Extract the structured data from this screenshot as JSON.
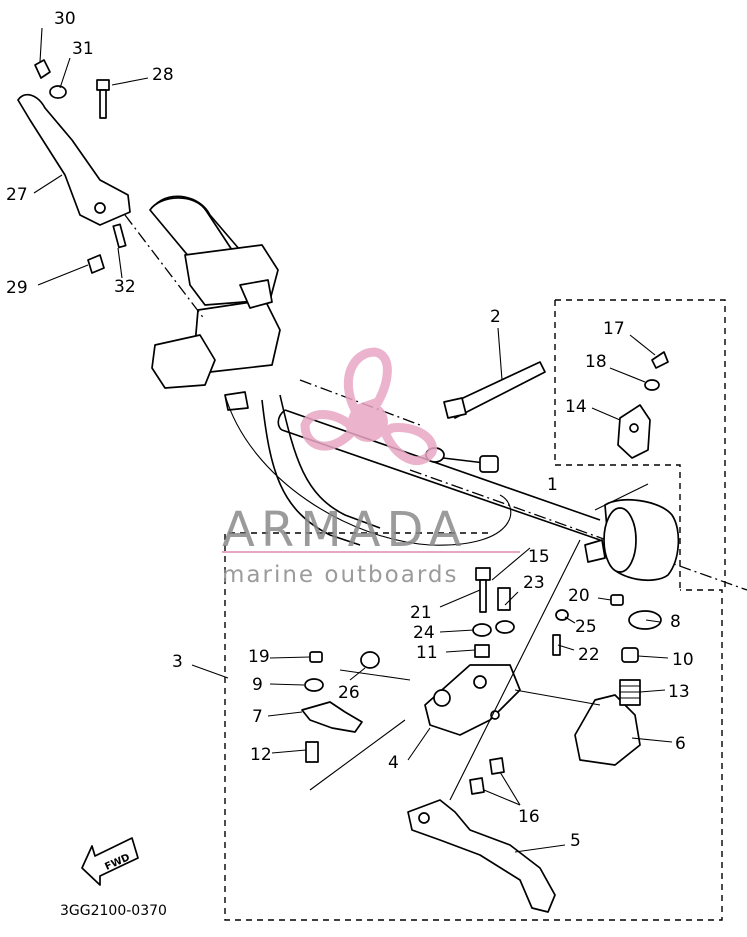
{
  "diagram": {
    "drawing_code": "3GG2100-0370",
    "direction_marker": "FWD",
    "callouts": [
      "1",
      "2",
      "3",
      "4",
      "5",
      "6",
      "7",
      "8",
      "9",
      "10",
      "11",
      "12",
      "13",
      "14",
      "15",
      "16",
      "17",
      "18",
      "19",
      "20",
      "21",
      "22",
      "23",
      "24",
      "25",
      "26",
      "27",
      "28",
      "29",
      "30",
      "31",
      "32"
    ]
  },
  "watermark": {
    "brand": "ARMADA",
    "tagline": "marine outboards",
    "logo_color": "#e8a6c4"
  }
}
